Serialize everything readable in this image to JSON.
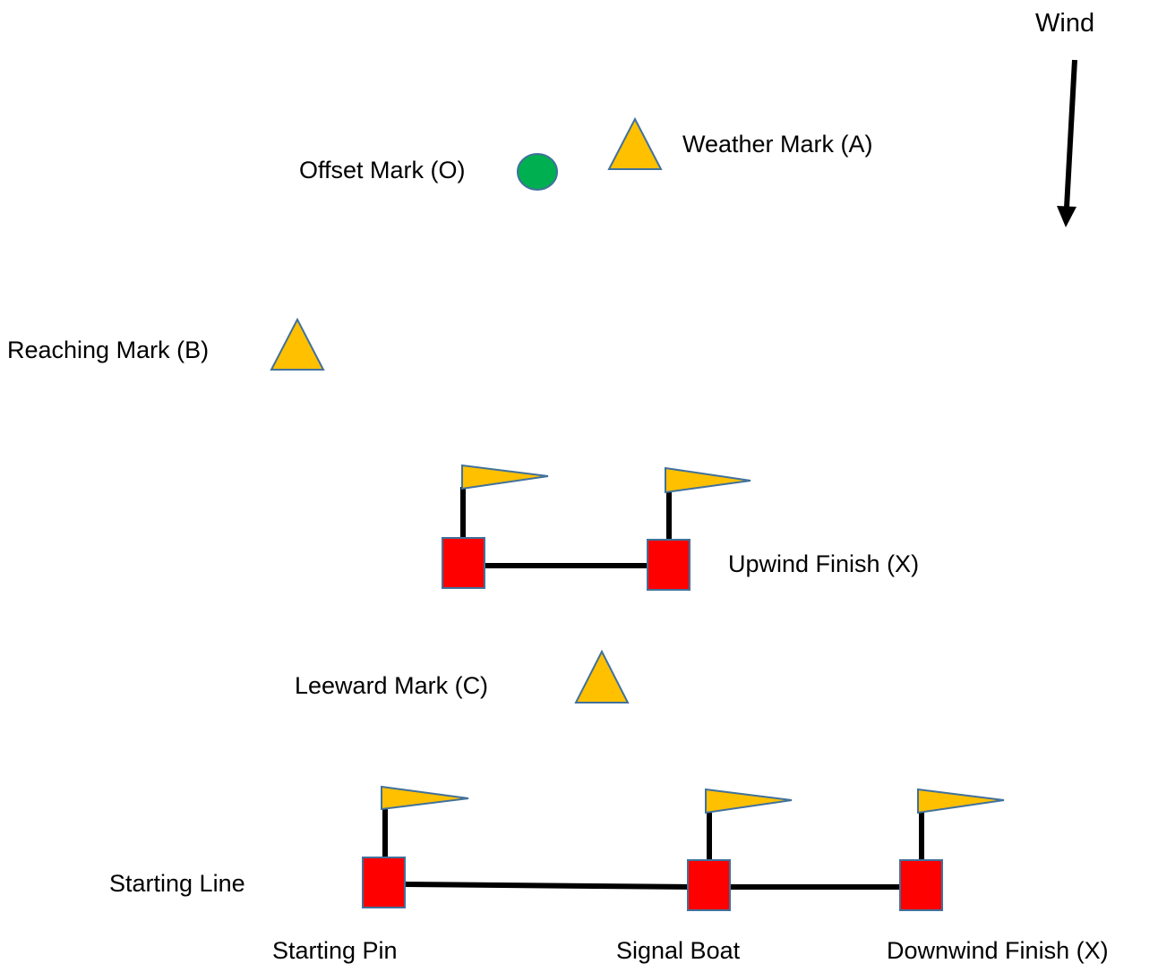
{
  "wind": {
    "label": "Wind"
  },
  "marks": {
    "weather": {
      "label": "Weather Mark (A)"
    },
    "offset": {
      "label": "Offset Mark (O)"
    },
    "reaching": {
      "label": "Reaching Mark (B)"
    },
    "leeward": {
      "label": "Leeward Mark (C)"
    }
  },
  "upwind_finish": {
    "label": "Upwind Finish (X)"
  },
  "starting_line": {
    "label": "Starting Line",
    "pin_label": "Starting Pin",
    "signal_boat_label": "Signal Boat",
    "downwind_finish_label": "Downwind Finish (X)"
  },
  "colors": {
    "triangle_fill": "#FFC000",
    "triangle_stroke": "#41719C",
    "offset_fill": "#00B050",
    "boat_fill": "#FF0000",
    "line": "#000000"
  }
}
